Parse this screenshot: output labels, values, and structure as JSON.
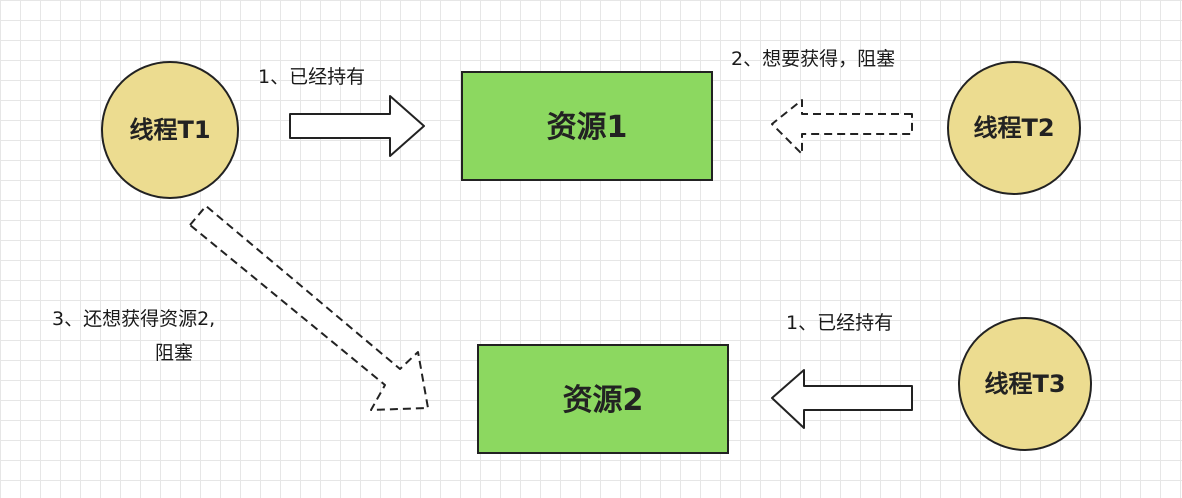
{
  "threads": {
    "t1": {
      "label": "线程T1"
    },
    "t2": {
      "label": "线程T2"
    },
    "t3": {
      "label": "线程T3"
    }
  },
  "resources": {
    "r1": {
      "label": "资源1"
    },
    "r2": {
      "label": "资源2"
    }
  },
  "edges": {
    "t1_r1": {
      "label": "1、已经持有"
    },
    "t2_r1": {
      "label": "2、想要获得，阻塞"
    },
    "t1_r2": {
      "label_line1": "3、还想获得资源2,",
      "label_line2": "阻塞"
    },
    "t3_r2": {
      "label": "1、已经持有"
    }
  },
  "colors": {
    "thread_fill": "#ecdc90",
    "resource_fill": "#8cd860",
    "stroke": "#222222"
  }
}
